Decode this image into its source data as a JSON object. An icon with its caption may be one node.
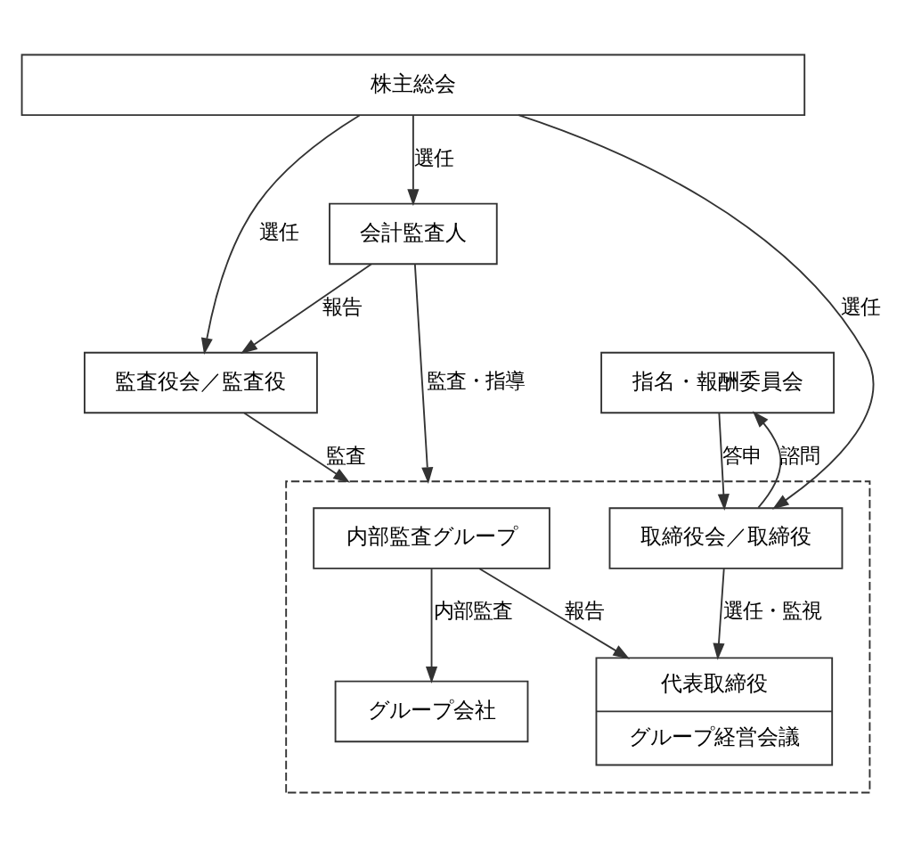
{
  "diagram": {
    "nodes": [
      {
        "text": [
          "株主総会"
        ]
      },
      {
        "text": [
          "指名・報酬委員会"
        ]
      },
      {
        "text": [],
        "shape": "box"
      },
      {
        "text": [
          "取締役会／取締役"
        ],
        "in": 2
      },
      {
        "text": [
          "監査役会／監査役"
        ]
      },
      {
        "text": [
          "会計監査人"
        ]
      },
      {
        "text": [
          "代表取締役",
          "グループ経営会議"
        ],
        "in": 2
      },
      {
        "text": [
          "グループ会社"
        ],
        "in": 2
      },
      {
        "text": [
          "内部監査グループ"
        ],
        "in": 2
      }
    ],
    "edges": [
      {
        "from": 0,
        "to": 3,
        "arrow": "to",
        "label": "選任"
      },
      {
        "from": 0,
        "to": 4,
        "arrow": "to",
        "label": "選任"
      },
      {
        "from": 0,
        "to": 5,
        "arrow": "to",
        "label": "選任"
      },
      {
        "from": 1,
        "to": 3,
        "arrow": "to",
        "label": "答申"
      },
      {
        "from": 3,
        "to": 1,
        "arrow": "to",
        "label": "諮問"
      },
      {
        "from": 4,
        "to": 2,
        "arrow": "to",
        "label": "監査"
      },
      {
        "from": 5,
        "to": 2,
        "arrow": "to",
        "label": "監査・指導"
      },
      {
        "from": 5,
        "to": 4,
        "arrow": "to",
        "label": "報告"
      },
      {
        "from": 3,
        "to": 6,
        "arrow": "to",
        "label": "選任・監視"
      },
      {
        "from": 8,
        "to": 6,
        "arrow": "to",
        "label": "報告"
      },
      {
        "from": 8,
        "to": 7,
        "arrow": "to",
        "label": "内部監査"
      }
    ]
  }
}
